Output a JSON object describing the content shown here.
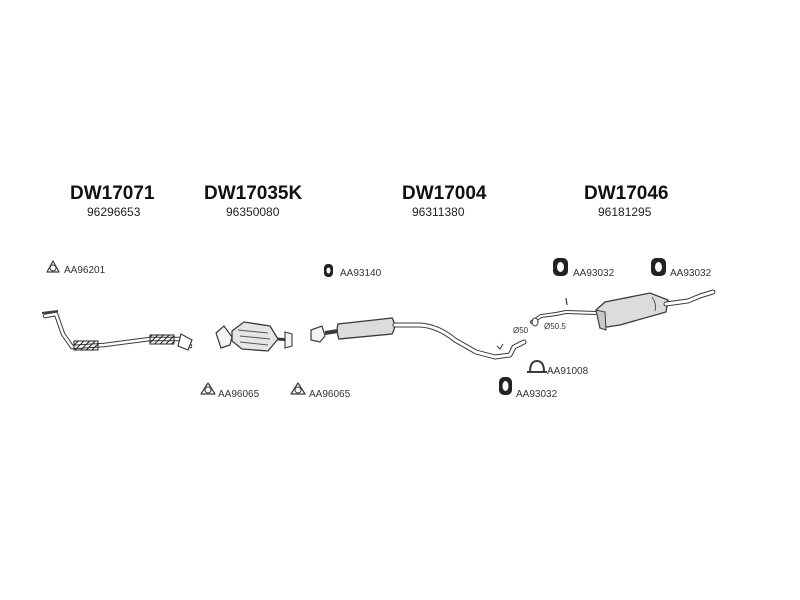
{
  "parts": [
    {
      "code": "DW17071",
      "number": "96296653"
    },
    {
      "code": "DW17035K",
      "number": "96350080"
    },
    {
      "code": "DW17004",
      "number": "96311380"
    },
    {
      "code": "DW17046",
      "number": "96181295"
    }
  ],
  "accessories": {
    "aa96201": "AA96201",
    "aa96065_a": "AA96065",
    "aa96065_b": "AA96065",
    "aa93140": "AA93140",
    "aa93032_a": "AA93032",
    "aa93032_b": "AA93032",
    "aa91008": "AA91008",
    "aa93032_c": "AA93032"
  },
  "diameters": {
    "d50": "Ø50",
    "d50_5": "Ø50.5"
  },
  "colors": {
    "line": "#3a3a3a",
    "fill": "#d8d8d8",
    "dark": "#222222"
  }
}
